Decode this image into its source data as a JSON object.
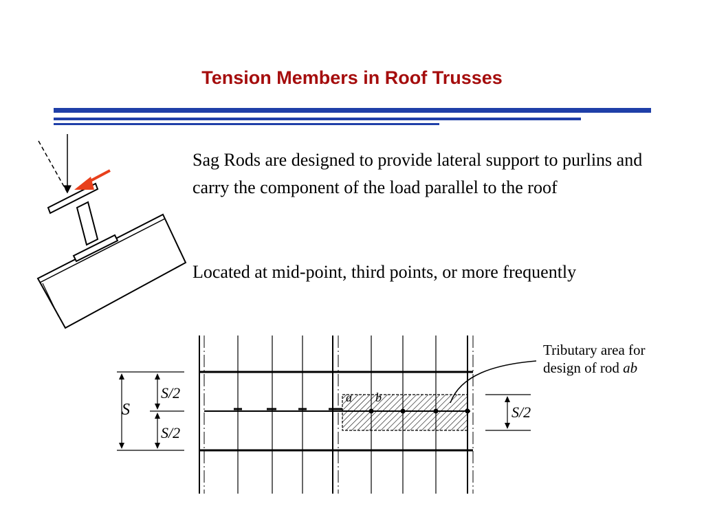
{
  "slide": {
    "title": "Tension Members in Roof Trusses",
    "paragraphs": [
      "Sag Rods are designed to provide lateral support to purlins and carry the component of the load parallel to the roof",
      "Located at mid-point, third points, or more frequently"
    ],
    "accent_colors": {
      "title": "#a50d0d",
      "rules": "#1f3fa8",
      "arrow": "#e8401c"
    }
  },
  "figure": {
    "tributary_label_line1": "Tributary area for",
    "tributary_label_line2_prefix": "design of rod ",
    "tributary_label_line2_italic": "ab",
    "spacing_label": "S",
    "half_spacing_label": "S/2",
    "point_a": "a",
    "point_b": "b"
  }
}
